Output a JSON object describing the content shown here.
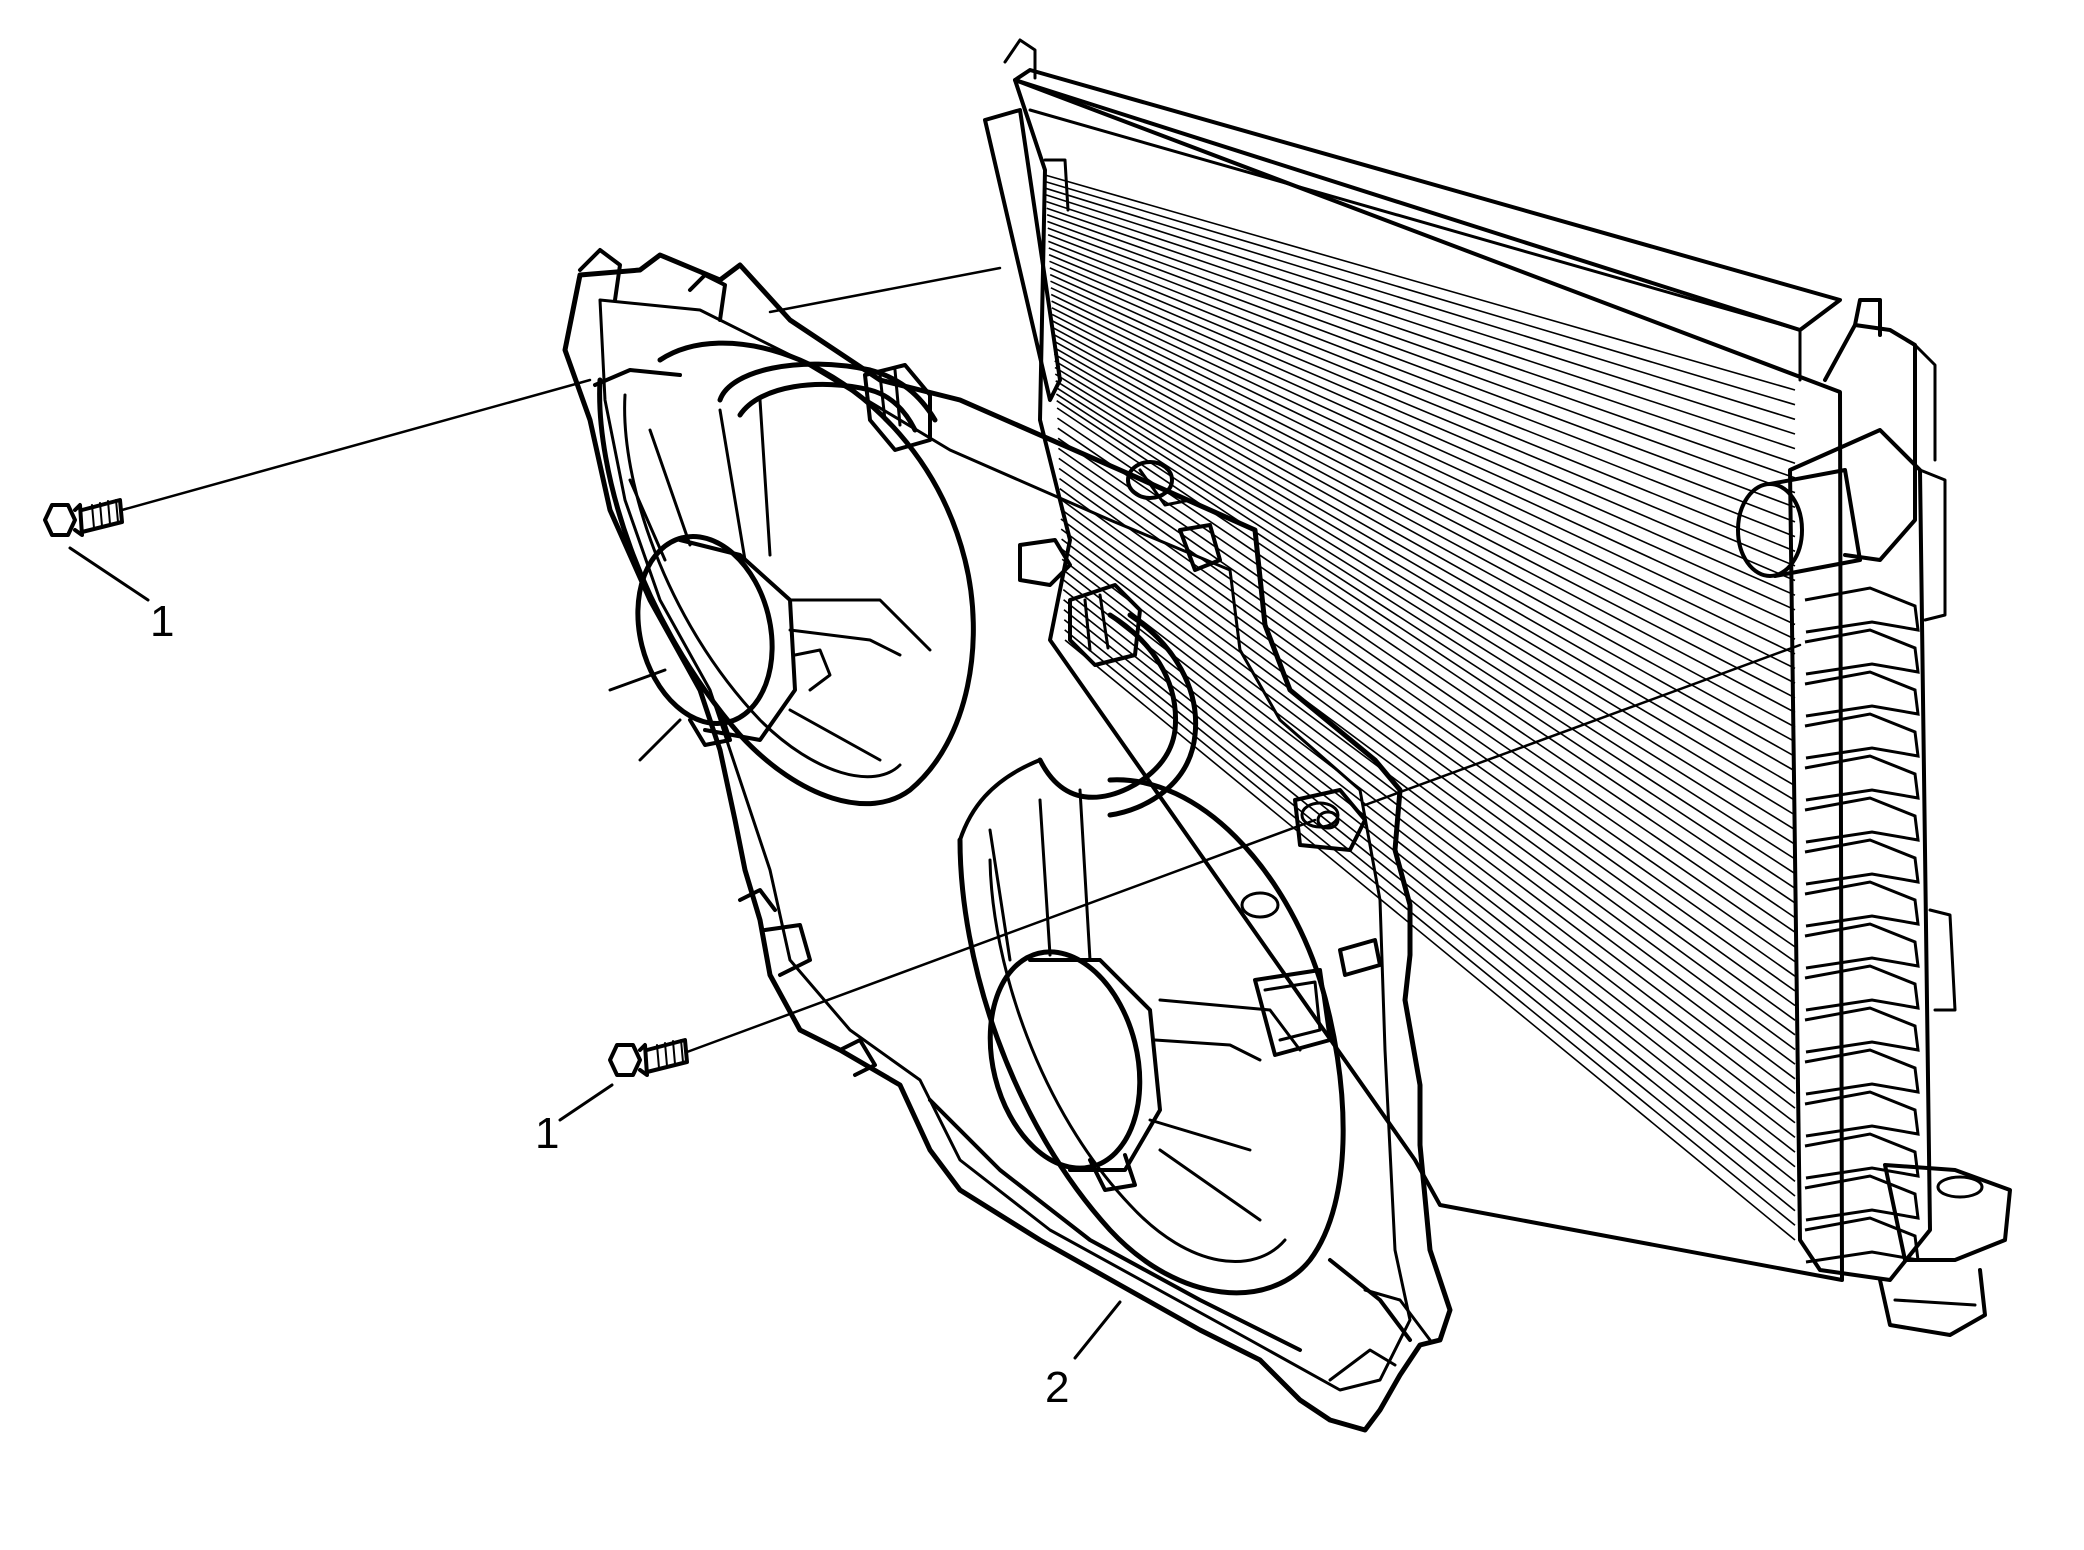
{
  "diagram": {
    "callouts": [
      {
        "id": "bolt-upper",
        "label": "1"
      },
      {
        "id": "bolt-lower",
        "label": "1"
      },
      {
        "id": "fan-shroud",
        "label": "2"
      }
    ]
  },
  "colors": {
    "line": "#000000",
    "background": "#ffffff"
  }
}
